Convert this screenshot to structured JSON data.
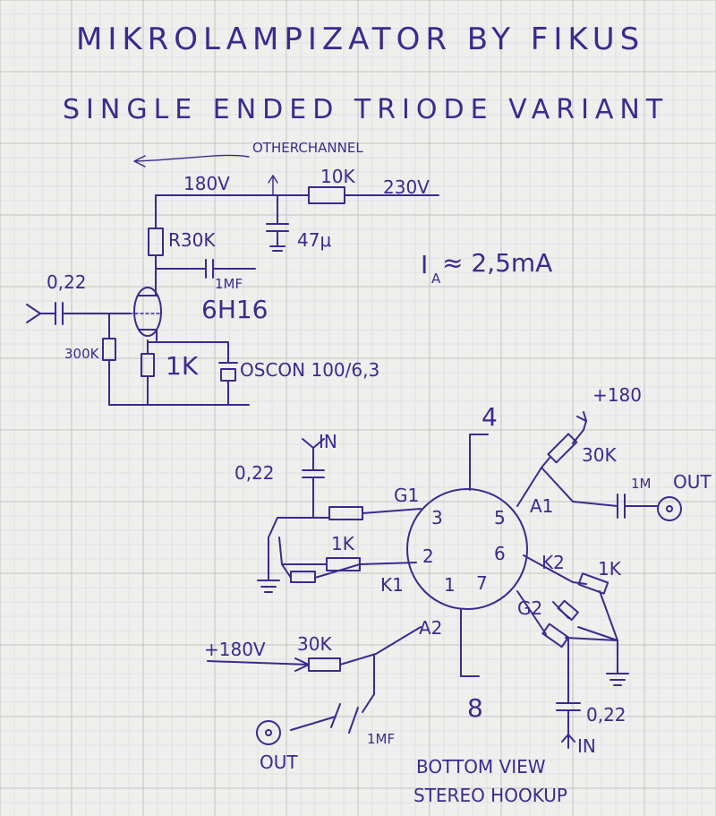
{
  "title": "MIKROLAMPIZATOR BY FIKUS",
  "subtitle": "SINGLE ENDED TRIODE VARIANT",
  "schematic": {
    "other_channel": "OTHERCHANNEL",
    "b_plus_1": "180V",
    "b_plus_2": "230V",
    "r_supply": "10K",
    "c_supply": "47μ",
    "r_anode": "R30K",
    "c_out": "1MF",
    "c_in": "0,22",
    "tube": "6H16",
    "r_grid": "300K",
    "r_cathode": "1K",
    "c_cathode": "OSCON 100/6,3",
    "anode_current": "I",
    "anode_current_sub": "A",
    "anode_current_value": "≈ 2,5mA"
  },
  "pinout": {
    "pin1": "1",
    "pin2": "2",
    "pin3": "3",
    "pin4": "4",
    "pin5": "5",
    "pin6": "6",
    "pin7": "7",
    "pin8": "8",
    "g1": "G1",
    "k1": "K1",
    "a1": "A1",
    "a2": "A2",
    "k2": "K2",
    "g2": "G2",
    "in_top": "IN",
    "c_in_top": "0,22",
    "r_k1": "1K",
    "r_k2": "1K",
    "b_plus_a1": "+180",
    "r_a1": "30K",
    "c_a1": "1M",
    "out_a1": "OUT",
    "b_plus_a2": "+180V",
    "r_a2": "30K",
    "c_a2": "1MF",
    "out_a2": "OUT",
    "c_in_bottom": "0,22",
    "in_bottom": "IN",
    "caption1": "BOTTOM VIEW",
    "caption2": "STEREO HOOKUP"
  }
}
